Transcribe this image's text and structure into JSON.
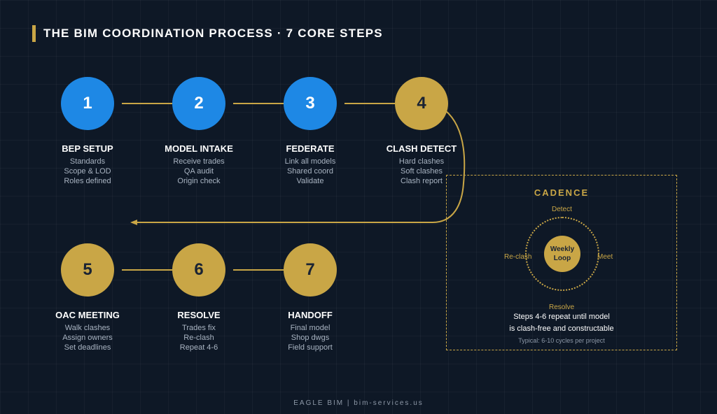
{
  "title": "THE BIM COORDINATION PROCESS · 7 CORE STEPS",
  "colors": {
    "background": "#0e1826",
    "blue": "#1e88e5",
    "gold": "#c9a646",
    "muted": "#a9b4c2"
  },
  "steps": [
    {
      "number": "1",
      "label": "BEP SETUP",
      "details": [
        "Standards",
        "Scope & LOD",
        "Roles defined"
      ],
      "color": "blue"
    },
    {
      "number": "2",
      "label": "MODEL INTAKE",
      "details": [
        "Receive trades",
        "QA audit",
        "Origin check"
      ],
      "color": "blue"
    },
    {
      "number": "3",
      "label": "FEDERATE",
      "details": [
        "Link all models",
        "Shared coord",
        "Validate"
      ],
      "color": "blue"
    },
    {
      "number": "4",
      "label": "CLASH DETECT",
      "details": [
        "Hard clashes",
        "Soft clashes",
        "Clash report"
      ],
      "color": "gold"
    },
    {
      "number": "5",
      "label": "OAC MEETING",
      "details": [
        "Walk clashes",
        "Assign owners",
        "Set deadlines"
      ],
      "color": "gold"
    },
    {
      "number": "6",
      "label": "RESOLVE",
      "details": [
        "Trades fix",
        "Re-clash",
        "Repeat 4-6"
      ],
      "color": "gold"
    },
    {
      "number": "7",
      "label": "HANDOFF",
      "details": [
        "Final model",
        "Shop dwgs",
        "Field support"
      ],
      "color": "gold"
    }
  ],
  "cadence": {
    "title": "CADENCE",
    "loop_center": [
      "Weekly",
      "Loop"
    ],
    "loop_labels": {
      "top": "Detect",
      "right": "Meet",
      "bottom": "Resolve",
      "left": "Re-clash"
    },
    "note_lines": [
      "Steps 4-6 repeat until model",
      "is clash-free and constructable"
    ],
    "subnote": "Typical: 6-10 cycles per project"
  },
  "footer": "EAGLE BIM | bim-services.us"
}
